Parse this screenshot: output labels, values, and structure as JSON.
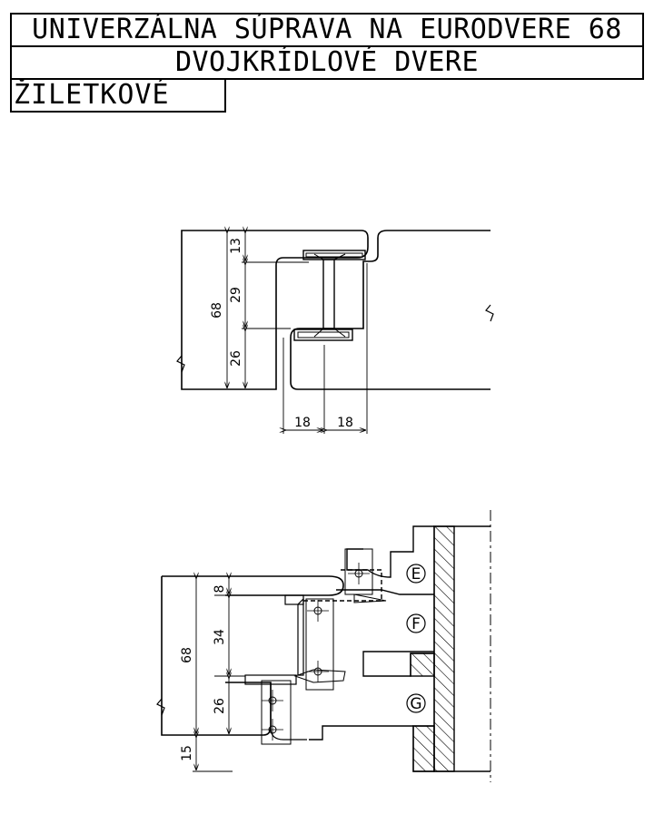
{
  "title": {
    "line1": "UNIVERZÁLNA SÚPRAVA NA EURODVERE 68",
    "line2": "DVOJKRÍDLOVÉ DVERE",
    "line3": "ŽILETKOVÉ"
  },
  "upper_drawing": {
    "dims": {
      "total": "68",
      "top": "13",
      "middle": "29",
      "bottom": "26",
      "width_left": "18",
      "width_right": "18"
    }
  },
  "lower_drawing": {
    "dims": {
      "total": "68",
      "top": "8",
      "middle": "34",
      "bottom": "26",
      "offset": "15"
    },
    "tool_labels": [
      "E",
      "F",
      "G"
    ]
  }
}
